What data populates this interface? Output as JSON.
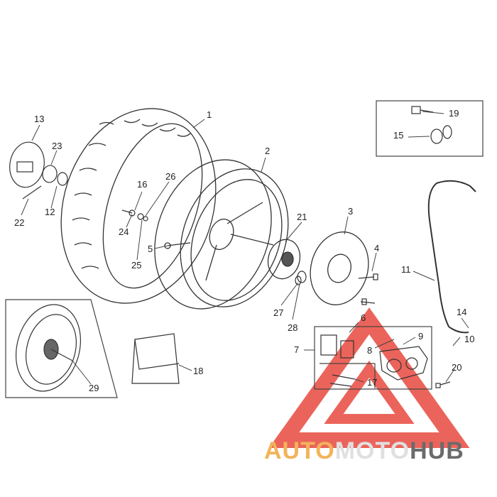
{
  "callouts": {
    "c1": "1",
    "c2": "2",
    "c3": "3",
    "c4": "4",
    "c5": "5",
    "c6": "6",
    "c7": "7",
    "c8": "8",
    "c9": "9",
    "c10": "10",
    "c11": "11",
    "c12": "12",
    "c13": "13",
    "c14": "14",
    "c15": "15",
    "c16": "16",
    "c17": "17",
    "c18": "18",
    "c19": "19",
    "c20": "20",
    "c21": "21",
    "c22": "22",
    "c23": "23",
    "c24": "24",
    "c25": "25",
    "c26": "26",
    "c27": "27",
    "c28": "28",
    "c29": "29"
  },
  "watermark": {
    "part1": "AUTO",
    "part2": "MOTO",
    "part3": "HUB",
    "color1": "#f3b35a",
    "color2": "#e0e0e0",
    "color3": "#6b6b6b",
    "triangle_color": "#e8493f"
  },
  "colors": {
    "line": "#333333",
    "light_line": "#666666",
    "frame": "#444444"
  }
}
